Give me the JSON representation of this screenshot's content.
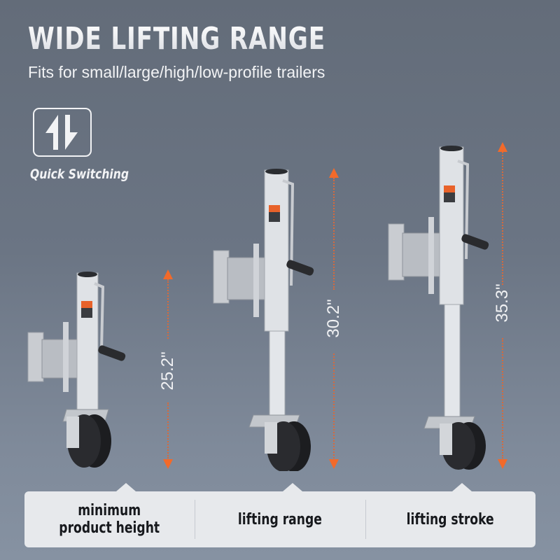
{
  "header": {
    "title": "WIDE LIFTING RANGE",
    "subtitle": "Fits for small/large/high/low-profile trailers"
  },
  "feature_badge": {
    "icon": "up-down-switch-arrows-icon",
    "label": "Quick Switching"
  },
  "products": [
    {
      "name": "trailer-jack-minimum",
      "measurement": "25.2\"",
      "caption": "minimum product height"
    },
    {
      "name": "trailer-jack-range",
      "measurement": "30.2\"",
      "caption": "lifting range"
    },
    {
      "name": "trailer-jack-stroke",
      "measurement": "35.3\"",
      "caption": "lifting stroke"
    }
  ],
  "captions": {
    "min_line1": "minimum",
    "min_line2": "product height",
    "range": "lifting range",
    "stroke": "lifting stroke"
  },
  "colors": {
    "background_top": "#636c79",
    "background_bottom": "#8692a2",
    "accent_arrow": "#f26a2a",
    "panel": "#e7e9ec",
    "caption_text": "#17191d"
  }
}
